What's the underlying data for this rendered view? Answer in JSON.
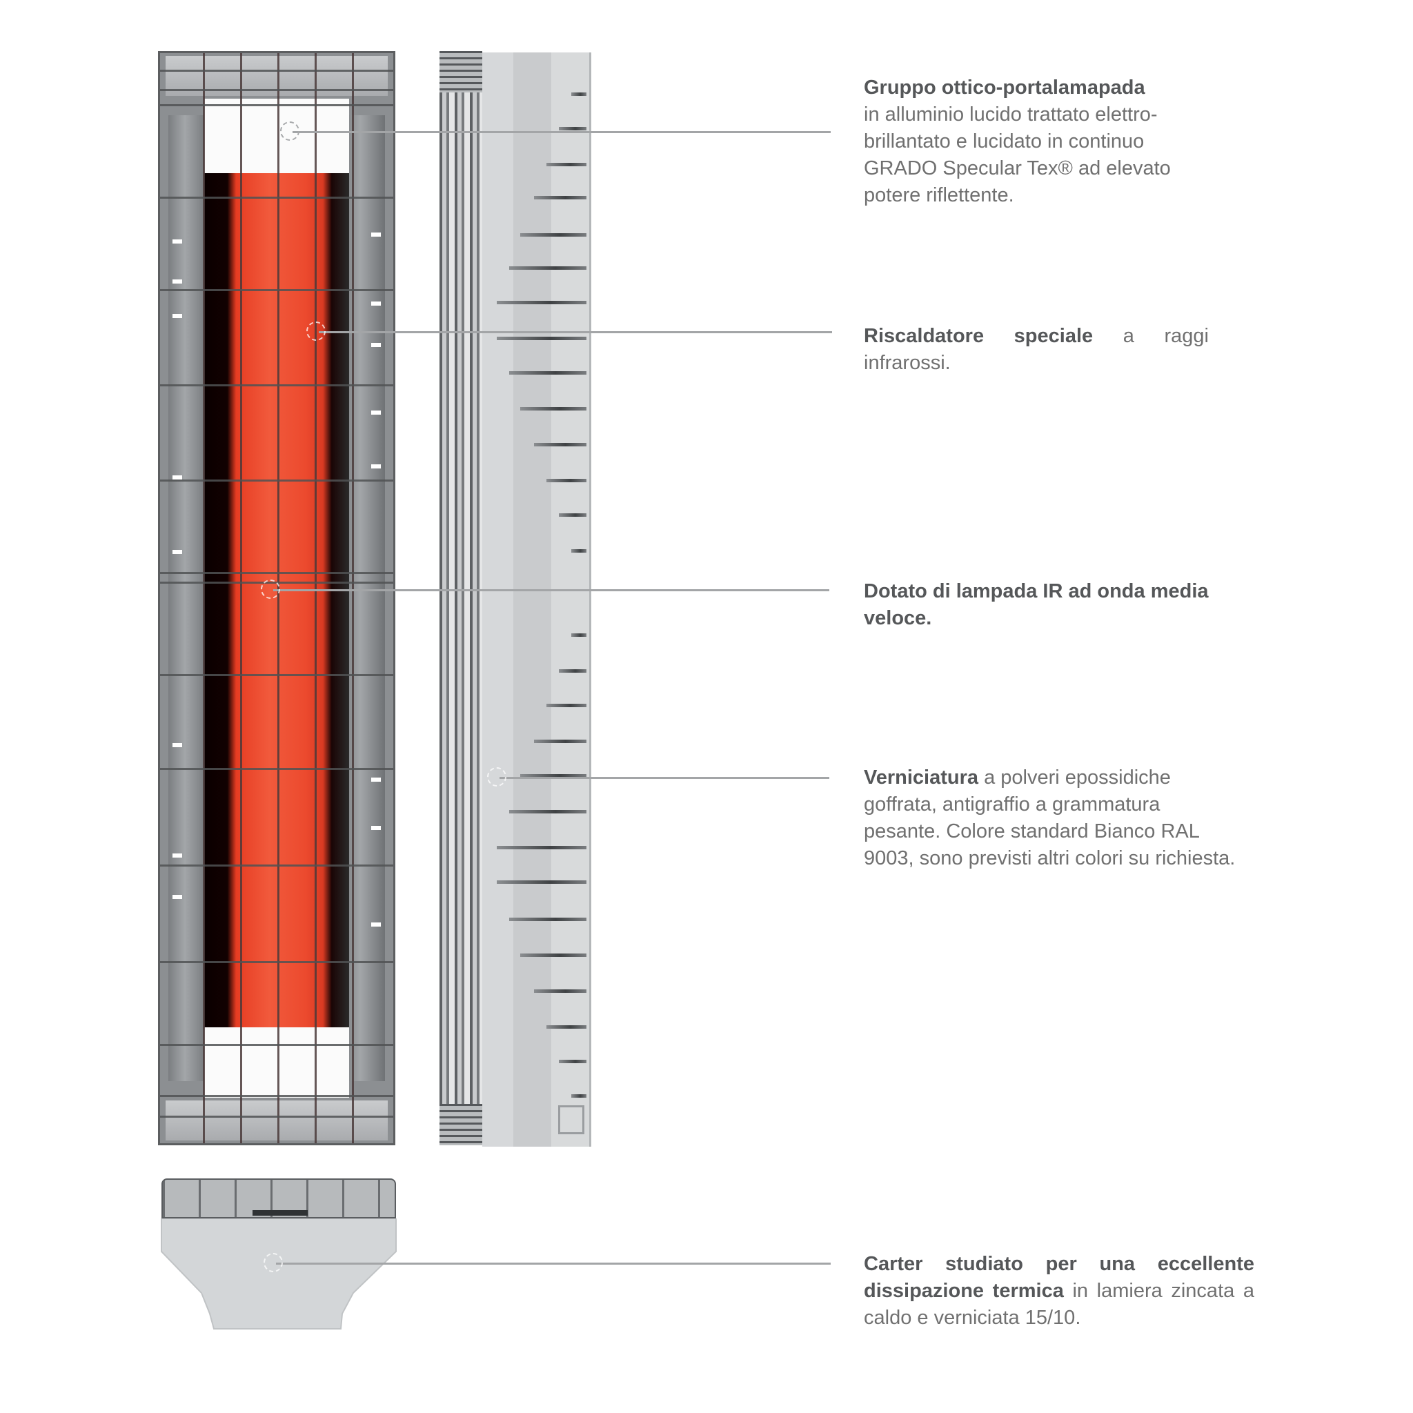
{
  "features": [
    {
      "id": "gruppo-ottico",
      "title": "Gruppo ottico-portalamapada",
      "body": "in alluminio lucido trattato elettro-brillantato e lucidato in continuo GRADO Specular Tex® ad elevato potere riflettente."
    },
    {
      "id": "riscaldatore",
      "title": "Riscaldatore speciale",
      "body": "a raggi infrarossi."
    },
    {
      "id": "lampada",
      "title": "Dotato di lampada IR ad onda media veloce.",
      "body": ""
    },
    {
      "id": "verniciatura",
      "title": "Verniciatura",
      "body": "a polveri epossidiche goffrata, antigraffio a grammatura pesante. Colore standard Bianco RAL 9003, sono previsti altri colori su richiesta."
    },
    {
      "id": "carter",
      "title": "Carter studiato per una eccellente dissipazione termica",
      "body": "in lamiera zincata a caldo e verniciata 15/10."
    }
  ],
  "colors": {
    "lamp_red": "#ef4f32",
    "housing_grey": "#d6d8da",
    "frame_grey": "#8c8f92",
    "callout_line": "#a3a5a7",
    "title_text": "#555759",
    "body_text": "#707070"
  }
}
